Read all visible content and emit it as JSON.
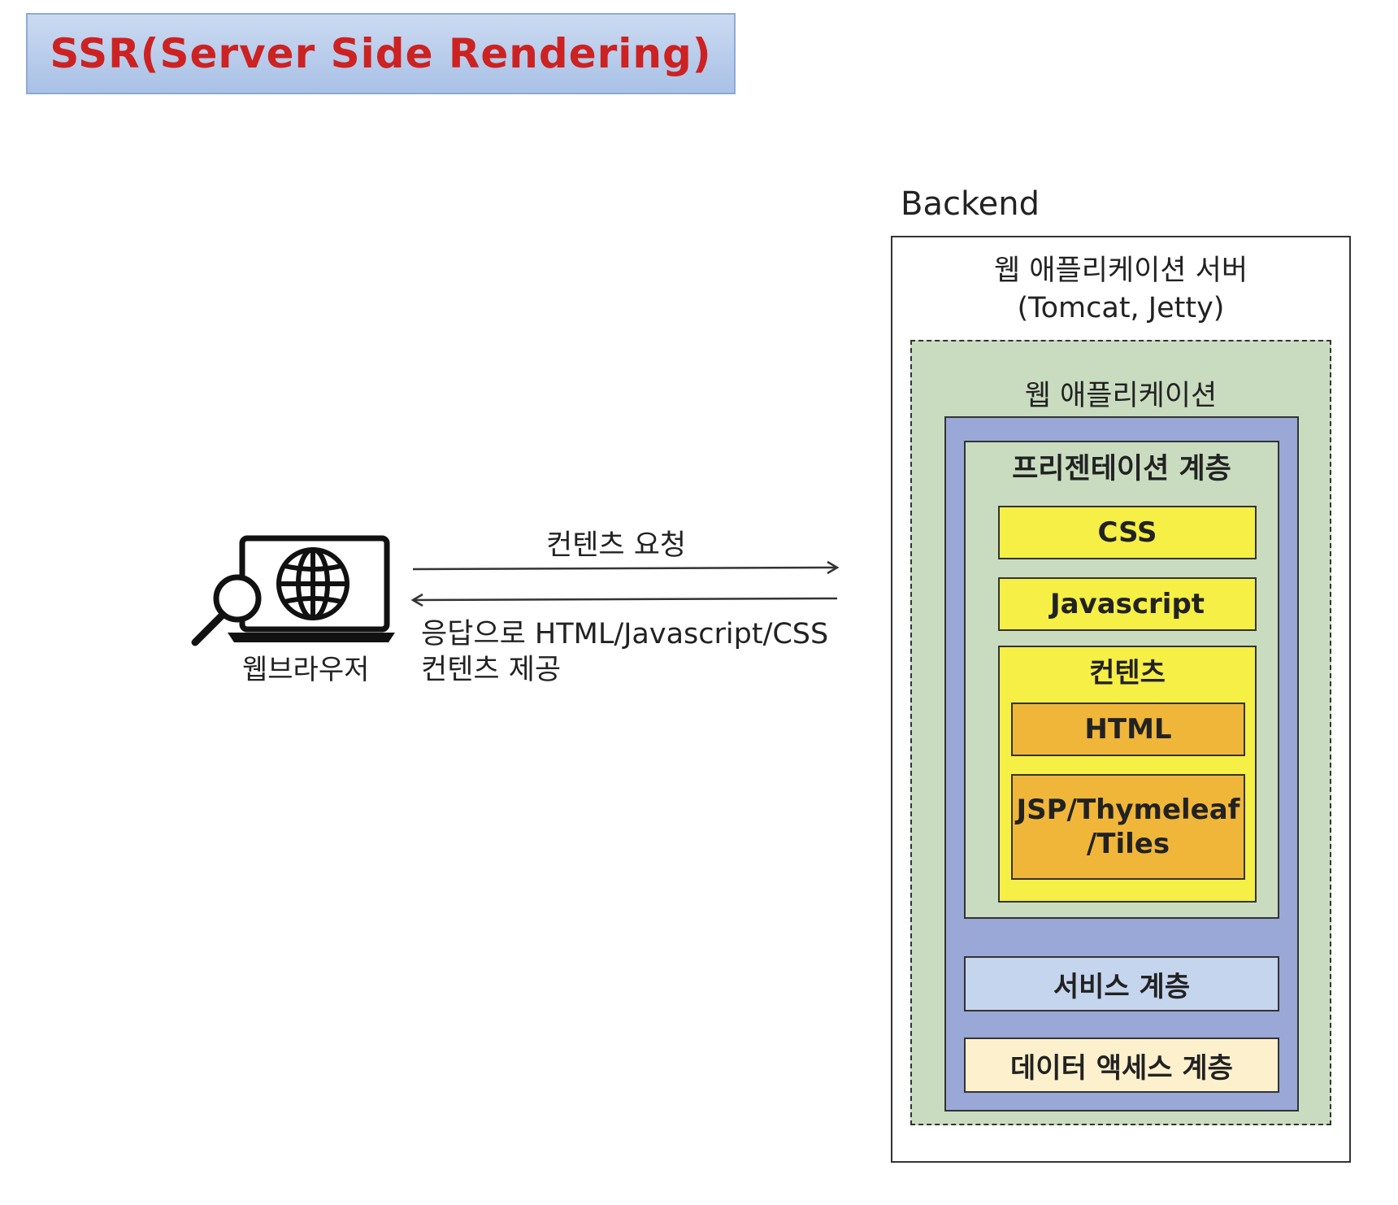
{
  "title": "SSR(Server Side Rendering)",
  "backend": {
    "label": "Backend",
    "was": {
      "name": "웹 애플리케이션 서버",
      "examples": "(Tomcat, Jetty)"
    },
    "webapp": {
      "label": "웹 애플리케이션",
      "presentation": {
        "label": "프리젠테이션 계층",
        "css": "CSS",
        "javascript": "Javascript",
        "contents": {
          "label": "컨텐츠",
          "html": "HTML",
          "template_line1": "JSP/Thymeleaf",
          "template_line2": "/Tiles"
        }
      },
      "service": "서비스 계층",
      "data_access": "데이터 액세스 계층"
    }
  },
  "browser": {
    "label": "웹브라우저",
    "icon": "laptop-globe-magnifier-icon"
  },
  "request": {
    "label": "컨텐츠 요청"
  },
  "response": {
    "line1": "응답으로 HTML/Javascript/CSS",
    "line2": "컨텐츠 제공"
  },
  "colors": {
    "title_text": "#cc2222",
    "title_bg": "#b8cceb",
    "webapp_bg": "#c9dcc0",
    "layers_bg": "#99a8d6",
    "yellow": "#f6ef45",
    "orange": "#f0b63a",
    "service_bg": "#c6d5ee",
    "data_access_bg": "#fdf1cd"
  }
}
